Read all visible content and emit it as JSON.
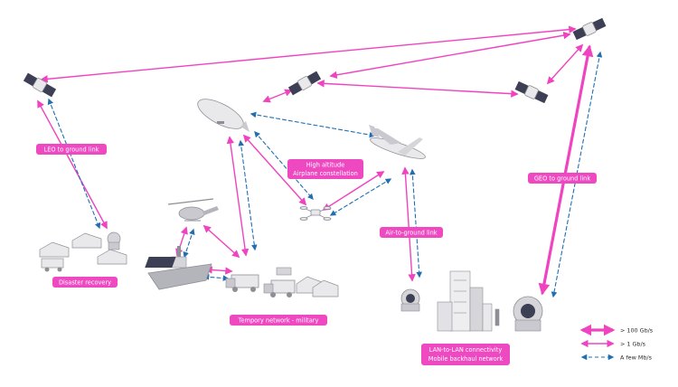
{
  "colors": {
    "pink": "#f043c0",
    "blue": "#1f6fb2",
    "label_bg": "#ef49c2",
    "device_light": "#e9e9ec",
    "device_mid": "#c9c9cf",
    "device_dark": "#8e8e96",
    "panel": "#3d3f54"
  },
  "labels": {
    "leo": "LEO to ground link",
    "high_altitude_1": "High altitude",
    "high_altitude_2": "Airplane constellation",
    "air_to_ground": "Air-to-ground link",
    "geo": "GEO to ground link",
    "disaster": "Disaster recovery",
    "military": "Tempory network - military",
    "lan_1": "LAN-to-LAN connectivity",
    "lan_2": "Mobile backhaul network"
  },
  "legend": {
    "high": "> 100 Gb/s",
    "mid": "> 1 Gb/s",
    "low": "A few Mb/s"
  },
  "icons": {
    "satellite": "satellite-icon",
    "airship": "airship-icon",
    "airplane": "airplane-icon",
    "drone": "drone-icon",
    "helicopter": "helicopter-icon",
    "ship": "warship-icon",
    "truck": "truck-icon",
    "dish": "ground-station-dish-icon",
    "building": "building-icon",
    "tent": "tent-icon"
  }
}
